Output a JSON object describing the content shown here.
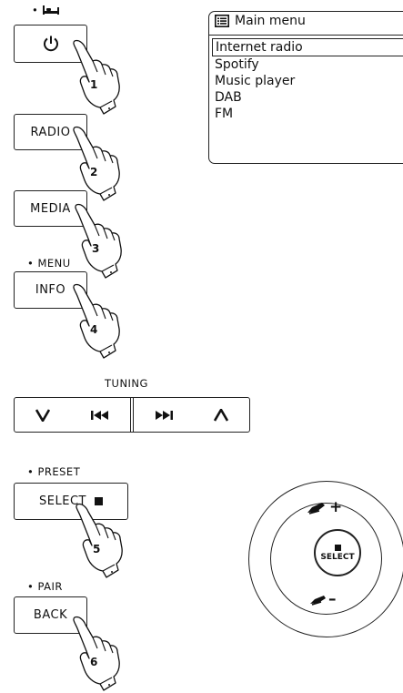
{
  "power": {
    "caption": "•"
  },
  "buttons": {
    "radio": "RADIO",
    "media": "MEDIA",
    "info": "INFO",
    "select": "SELECT",
    "back": "BACK"
  },
  "captions": {
    "menu": "• MENU",
    "tuning": "TUNING",
    "preset": "• PRESET",
    "pair": "• PAIR"
  },
  "steps": [
    "1",
    "2",
    "3",
    "4",
    "5",
    "6"
  ],
  "main_menu": {
    "title": "Main menu",
    "items": [
      "Internet radio",
      "Spotify",
      "Music player",
      "DAB",
      "FM"
    ],
    "selected_index": 0
  },
  "dial": {
    "center_label": "SELECT",
    "plus": "+",
    "minus": "–"
  },
  "icons": [
    "power-icon",
    "sleep-bed-icon",
    "menu-list-icon",
    "down-chevron-icon",
    "previous-track-icon",
    "next-track-icon",
    "up-chevron-icon",
    "stop-square-icon",
    "volume-up-icon",
    "volume-down-icon",
    "pointing-hand-icon"
  ]
}
